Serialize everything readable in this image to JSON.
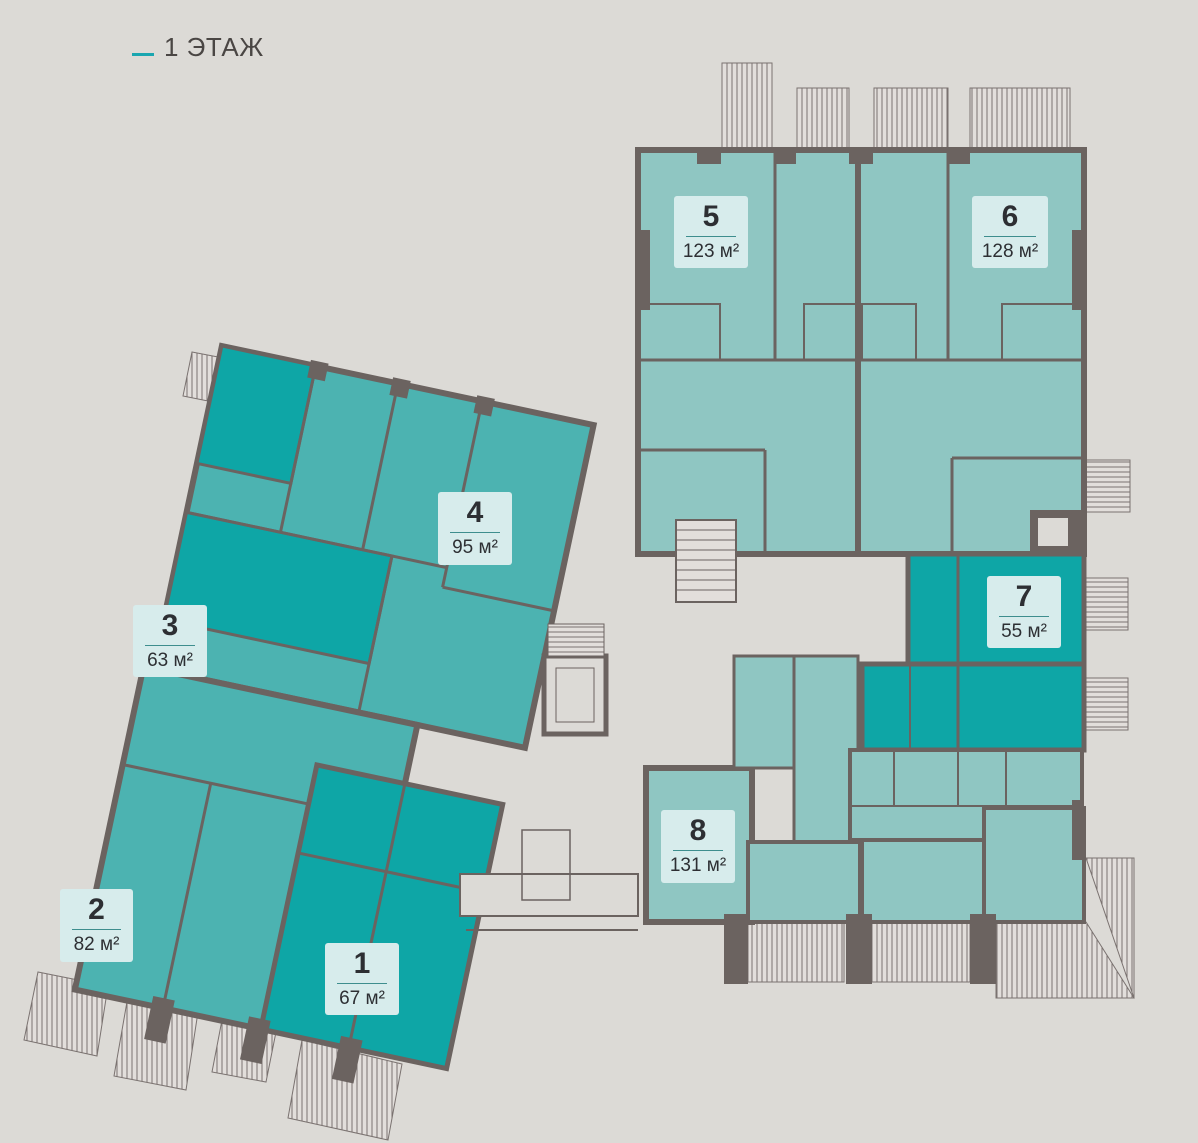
{
  "floor": {
    "label": "1 ЭТАЖ"
  },
  "colors": {
    "background": "#dcdad6",
    "wall": "#6b6360",
    "light": "#8fc6c2",
    "medium": "#4cb3b1",
    "dark": "#0ea6a6",
    "accent": "#1aa6b0"
  },
  "apartments": [
    {
      "number": "1",
      "area": "67 м²",
      "shade": "dark"
    },
    {
      "number": "2",
      "area": "82 м²",
      "shade": "medium"
    },
    {
      "number": "3",
      "area": "63 м²",
      "shade": "dark"
    },
    {
      "number": "4",
      "area": "95 м²",
      "shade": "medium"
    },
    {
      "number": "5",
      "area": "123 м²",
      "shade": "light"
    },
    {
      "number": "6",
      "area": "128 м²",
      "shade": "light"
    },
    {
      "number": "7",
      "area": "55 м²",
      "shade": "dark"
    },
    {
      "number": "8",
      "area": "131 м²",
      "shade": "light"
    }
  ]
}
